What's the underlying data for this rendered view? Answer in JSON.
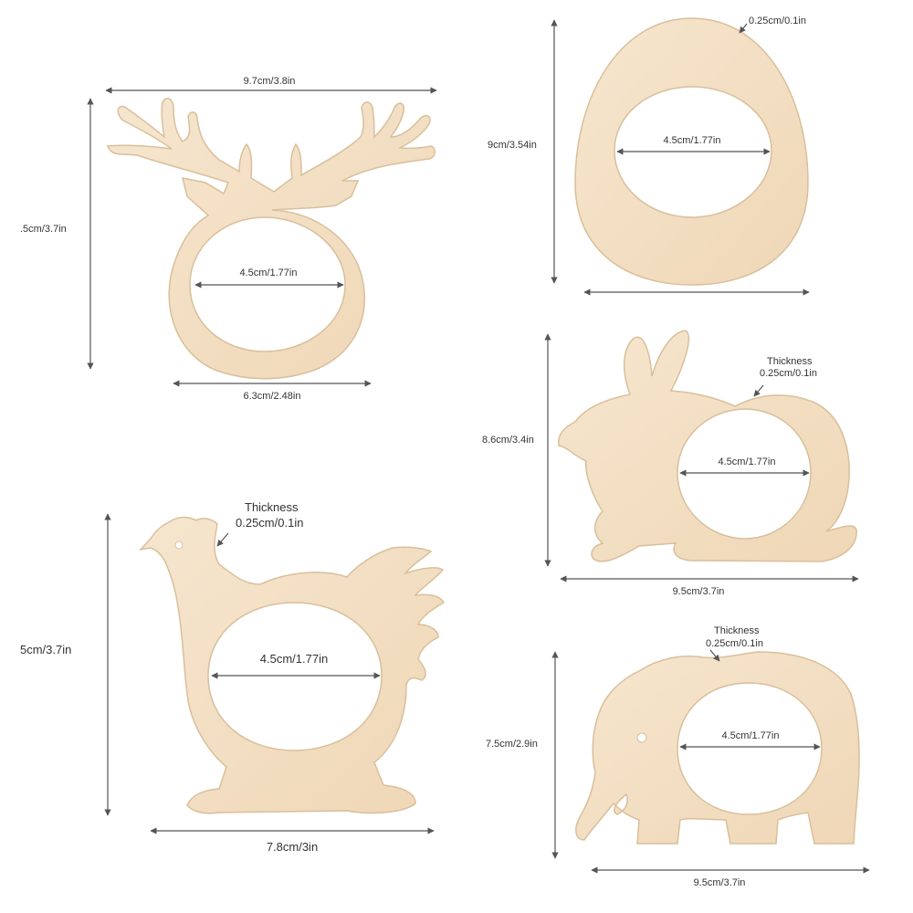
{
  "colors": {
    "wood": "#f3dfc3",
    "wood_edge": "#d9bf9b",
    "dimension_line": "#555555",
    "text": "#333333"
  },
  "reindeer": {
    "width": "9.7cm/3.8in",
    "height": ".5cm/3.7in",
    "hole": "4.5cm/1.77in",
    "base": "6.3cm/2.48in"
  },
  "egg": {
    "thickness": "0.25cm/0.1in",
    "height": "9cm/3.54in",
    "hole": "4.5cm/1.77in"
  },
  "rabbit": {
    "thickness_label": "Thickness",
    "thickness": "0.25cm/0.1in",
    "height": "8.6cm/3.4in",
    "hole": "4.5cm/1.77in",
    "width": "9.5cm/3.7in"
  },
  "chicken": {
    "thickness_label": "Thickness",
    "thickness": "0.25cm/0.1in",
    "height": "5cm/3.7in",
    "hole": "4.5cm/1.77in",
    "width": "7.8cm/3in"
  },
  "elephant": {
    "thickness_label": "Thickness",
    "thickness": "0.25cm/0.1in",
    "height": "7.5cm/2.9in",
    "hole": "4.5cm/1.77in",
    "width": "9.5cm/3.7in"
  }
}
